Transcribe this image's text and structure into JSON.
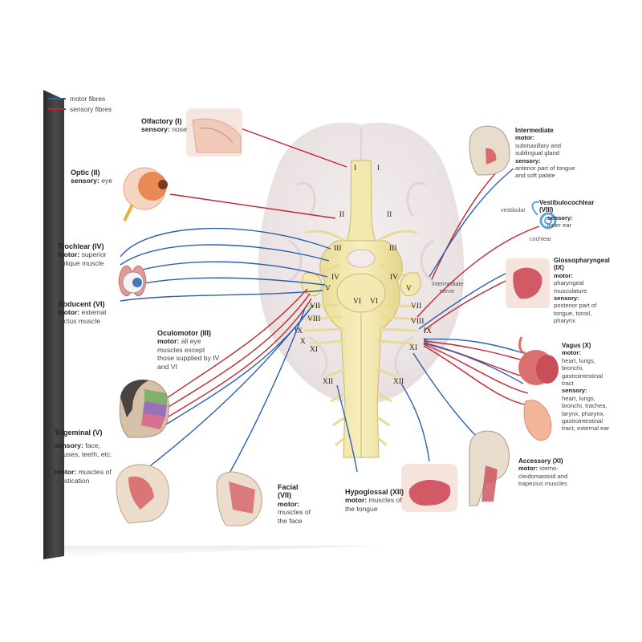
{
  "legend": {
    "motor": {
      "label": "motor fibres",
      "color": "#2b5fb0"
    },
    "sensory": {
      "label": "sensory fibres",
      "color": "#c4242f"
    }
  },
  "numerals": [
    "I",
    "I",
    "II",
    "II",
    "III",
    "III",
    "IV",
    "IV",
    "V",
    "V",
    "VI",
    "VI",
    "VII",
    "VII",
    "VIII",
    "VIII",
    "IX",
    "IX",
    "X",
    "X",
    "XI",
    "XI",
    "XII",
    "XII"
  ],
  "brain_labels": {
    "intermediate_nerve": "intermediate\nnerve",
    "vestibular": "vestibular",
    "cochlear": "cochlear"
  },
  "nerves": {
    "olfactory": {
      "title": "Olfactory (I)",
      "lines": [
        {
          "k": "sensory:",
          "v": "nose"
        }
      ]
    },
    "optic": {
      "title": "Optic (II)",
      "lines": [
        {
          "k": "sensory:",
          "v": "eye"
        }
      ]
    },
    "trochlear": {
      "title": "Trochlear (IV)",
      "lines": [
        {
          "k": "motor:",
          "v": "superior oblique muscle"
        }
      ]
    },
    "abducent": {
      "title": "Abducent (VI)",
      "lines": [
        {
          "k": "motor:",
          "v": "external rectus muscle"
        }
      ]
    },
    "oculomotor": {
      "title": "Oculomotor (III)",
      "lines": [
        {
          "k": "motor:",
          "v": "all eye muscles except those supplied by IV and VI"
        }
      ]
    },
    "trigeminal": {
      "title": "Trigeminal (V)",
      "lines": [
        {
          "k": "sensory:",
          "v": "face, sinuses, teeth, etc."
        },
        {
          "k": "motor:",
          "v": "muscles of mastication"
        }
      ]
    },
    "facial": {
      "title": "Facial (VII)",
      "lines": [
        {
          "k": "motor:",
          "v": "muscles of the face"
        }
      ]
    },
    "hypoglossal": {
      "title": "Hypoglossal (XII)",
      "lines": [
        {
          "k": "motor:",
          "v": "muscles of the tongue"
        }
      ]
    },
    "intermediate": {
      "title": "Intermediate",
      "lines": [
        {
          "k": "motor:",
          "v": "submaxillary and sublingual gland"
        },
        {
          "k": "sensory:",
          "v": "anterior part of tongue and soft palate"
        }
      ]
    },
    "vestibulocochlear": {
      "title": "Vestibulocochlear (VIII)",
      "lines": [
        {
          "k": "sensory:",
          "v": "inner ear"
        }
      ]
    },
    "glossopharyngeal": {
      "title": "Glossopharyngeal (IX)",
      "lines": [
        {
          "k": "motor:",
          "v": "pharyngeal musculature"
        },
        {
          "k": "sensory:",
          "v": "posterior part of tongue, tonsil, pharynx"
        }
      ]
    },
    "vagus": {
      "title": "Vagus (X)",
      "lines": [
        {
          "k": "motor:",
          "v": "heart, lungs, bronchi, gastrointestinal tract"
        },
        {
          "k": "sensory:",
          "v": "heart, lungs, bronchi, trachea, larynx, pharynx, gastrointestinal tract, external ear"
        }
      ]
    },
    "accessory": {
      "title": "Accessory (XI)",
      "lines": [
        {
          "k": "motor:",
          "v": "sterno-cleidomastoid and trapezius muscles"
        }
      ]
    }
  }
}
